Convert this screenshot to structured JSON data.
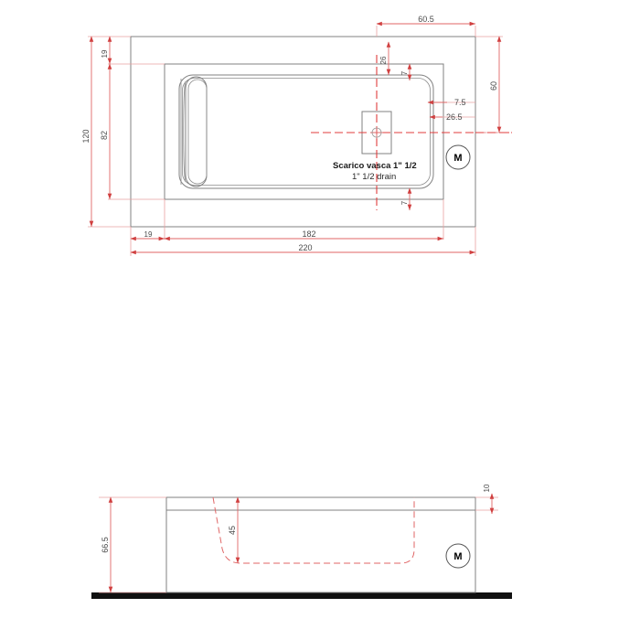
{
  "document": {
    "type": "technical-drawing",
    "subject": "Bathtub 220 x 120 cm",
    "views": [
      "plan",
      "front-elevation"
    ],
    "units": "cm"
  },
  "plan_view": {
    "name": "plan-view",
    "dimensions": {
      "overall_length": "220",
      "inner_length": "182",
      "left_offset": "19",
      "overall_width": "120",
      "inner_width": "82",
      "top_offset": "19",
      "drain_center_from_right": "60.5",
      "right_edge_offset": "60",
      "drain_offset_top": "26",
      "corner_radius_top": "7",
      "corner_radius_bottom": "7",
      "rim_to_basin": "7.5",
      "rim_to_edge": "26.5"
    },
    "drain_label": {
      "line1": "Scarico vasca 1\" 1/2",
      "line2": "1\" 1/2  drain"
    },
    "mark": "M"
  },
  "elevation_view": {
    "name": "front-elevation-view",
    "dimensions": {
      "total_height": "66.5",
      "basin_depth": "45",
      "rim_thickness": "10"
    },
    "mark": "M"
  },
  "colors": {
    "geometry": "#808080",
    "dimension": "#e06666",
    "centerline": "#e03c3c",
    "text": "#3a3a3a",
    "ground": "#111111"
  }
}
